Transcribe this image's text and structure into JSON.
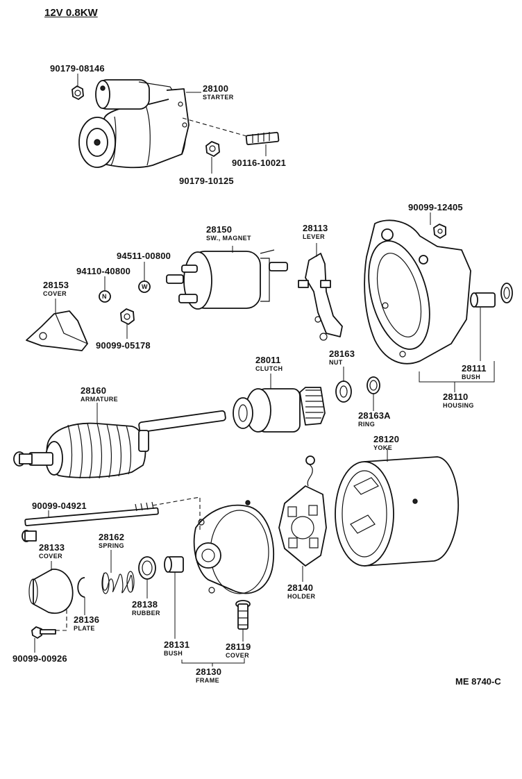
{
  "title": "12V 0.8KW",
  "figure_code": "ME 8740-C",
  "parts": {
    "starter": {
      "number": "28100",
      "name": "STARTER"
    },
    "nut_upper": {
      "number": "90179-08146"
    },
    "stud": {
      "number": "90116-10021"
    },
    "nut_lower": {
      "number": "90179-10125"
    },
    "switch_magnet": {
      "number": "28150",
      "name": "SW., MAGNET"
    },
    "washer_w": {
      "number": "94511-00800",
      "symbol": "W"
    },
    "nut_n": {
      "number": "94110-40800",
      "symbol": "N"
    },
    "cover_top": {
      "number": "28153",
      "name": "COVER"
    },
    "nut_05178": {
      "number": "90099-05178"
    },
    "lever": {
      "number": "28113",
      "name": "LEVER"
    },
    "bolt_12405": {
      "number": "90099-12405"
    },
    "clutch": {
      "number": "28011",
      "name": "CLUTCH"
    },
    "nut_28163": {
      "number": "28163",
      "name": "NUT"
    },
    "ring": {
      "number": "28163A",
      "name": "RING"
    },
    "bush_housing": {
      "number": "28111",
      "name": "BUSH"
    },
    "housing": {
      "number": "28110",
      "name": "HOUSING"
    },
    "armature": {
      "number": "28160",
      "name": "ARMATURE"
    },
    "yoke": {
      "number": "28120",
      "name": "YOKE"
    },
    "through_bolt": {
      "number": "90099-04921"
    },
    "cover_end": {
      "number": "28133",
      "name": "COVER"
    },
    "spring": {
      "number": "28162",
      "name": "SPRING"
    },
    "rubber": {
      "number": "28138",
      "name": "RUBBER"
    },
    "plate": {
      "number": "28136",
      "name": "PLATE"
    },
    "screw_00926": {
      "number": "90099-00926"
    },
    "bush_frame": {
      "number": "28131",
      "name": "BUSH"
    },
    "cover_frame": {
      "number": "28119",
      "name": "COVER"
    },
    "frame": {
      "number": "28130",
      "name": "FRAME"
    },
    "holder": {
      "number": "28140",
      "name": "HOLDER"
    }
  }
}
